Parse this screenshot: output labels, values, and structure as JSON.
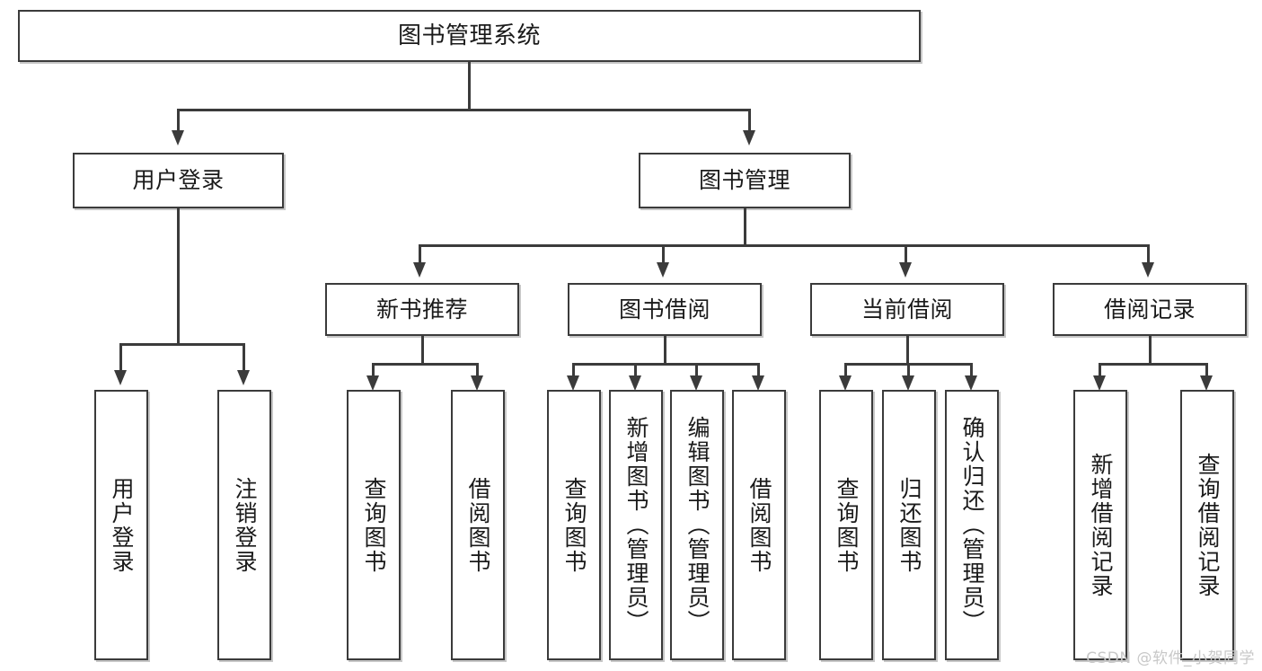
{
  "diagram": {
    "type": "tree-hierarchy",
    "title": "图书管理系统",
    "root": {
      "label": "图书管理系统",
      "children": [
        {
          "label": "用户登录",
          "children": [
            {
              "label": "用户登录"
            },
            {
              "label": "注销登录"
            }
          ]
        },
        {
          "label": "图书管理",
          "children": [
            {
              "label": "新书推荐",
              "children": [
                {
                  "label": "查询图书"
                },
                {
                  "label": "借阅图书"
                }
              ]
            },
            {
              "label": "图书借阅",
              "children": [
                {
                  "label": "查询图书"
                },
                {
                  "label": "新增图书（管理员）"
                },
                {
                  "label": "编辑图书（管理员）"
                },
                {
                  "label": "借阅图书"
                }
              ]
            },
            {
              "label": "当前借阅",
              "children": [
                {
                  "label": "查询图书"
                },
                {
                  "label": "归还图书"
                },
                {
                  "label": "确认归还（管理员）"
                }
              ]
            },
            {
              "label": "借阅记录",
              "children": [
                {
                  "label": "新增借阅记录"
                },
                {
                  "label": "查询借阅记录"
                }
              ]
            }
          ]
        }
      ]
    }
  },
  "nodes": {
    "root": "图书管理系统",
    "user_login": "用户登录",
    "book_mgmt": "图书管理",
    "new_book_rec": "新书推荐",
    "book_borrow": "图书借阅",
    "current_borrow": "当前借阅",
    "borrow_record": "借阅记录",
    "leaf_user_login": "用户登录",
    "leaf_logout": "注销登录",
    "leaf_query_book_1": "查询图书",
    "leaf_borrow_book_1": "借阅图书",
    "leaf_query_book_2": "查询图书",
    "leaf_add_book": "新增图书（管理员）",
    "leaf_edit_book": "编辑图书（管理员）",
    "leaf_borrow_book_2": "借阅图书",
    "leaf_query_book_3": "查询图书",
    "leaf_return_book": "归还图书",
    "leaf_confirm_return": "确认归还（管理员）",
    "leaf_add_record": "新增借阅记录",
    "leaf_query_record": "查询借阅记录"
  },
  "watermark": {
    "text": "CSDN @软件_小贺同学"
  },
  "colors": {
    "border": "#3b3b3b",
    "background": "#ffffff",
    "text": "#1a1a1a",
    "watermark": "#c8c8c8"
  }
}
